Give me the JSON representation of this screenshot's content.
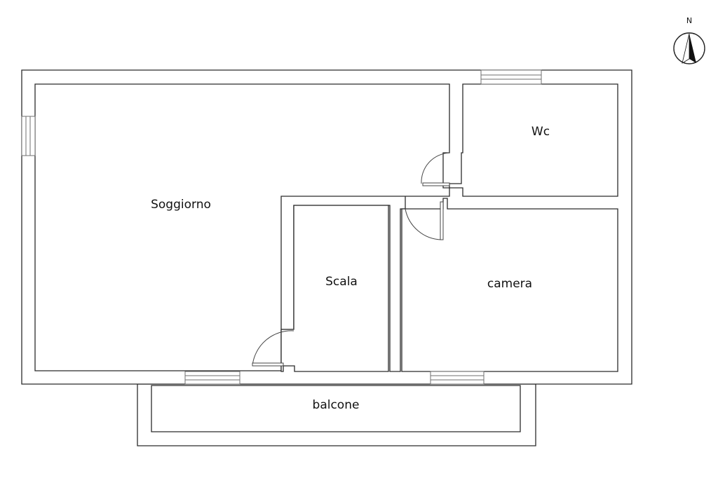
{
  "compass": {
    "north_label": "N"
  },
  "rooms": {
    "soggiorno": "Soggiorno",
    "wc": "Wc",
    "scala": "Scala",
    "camera": "camera",
    "balcone": "balcone"
  }
}
